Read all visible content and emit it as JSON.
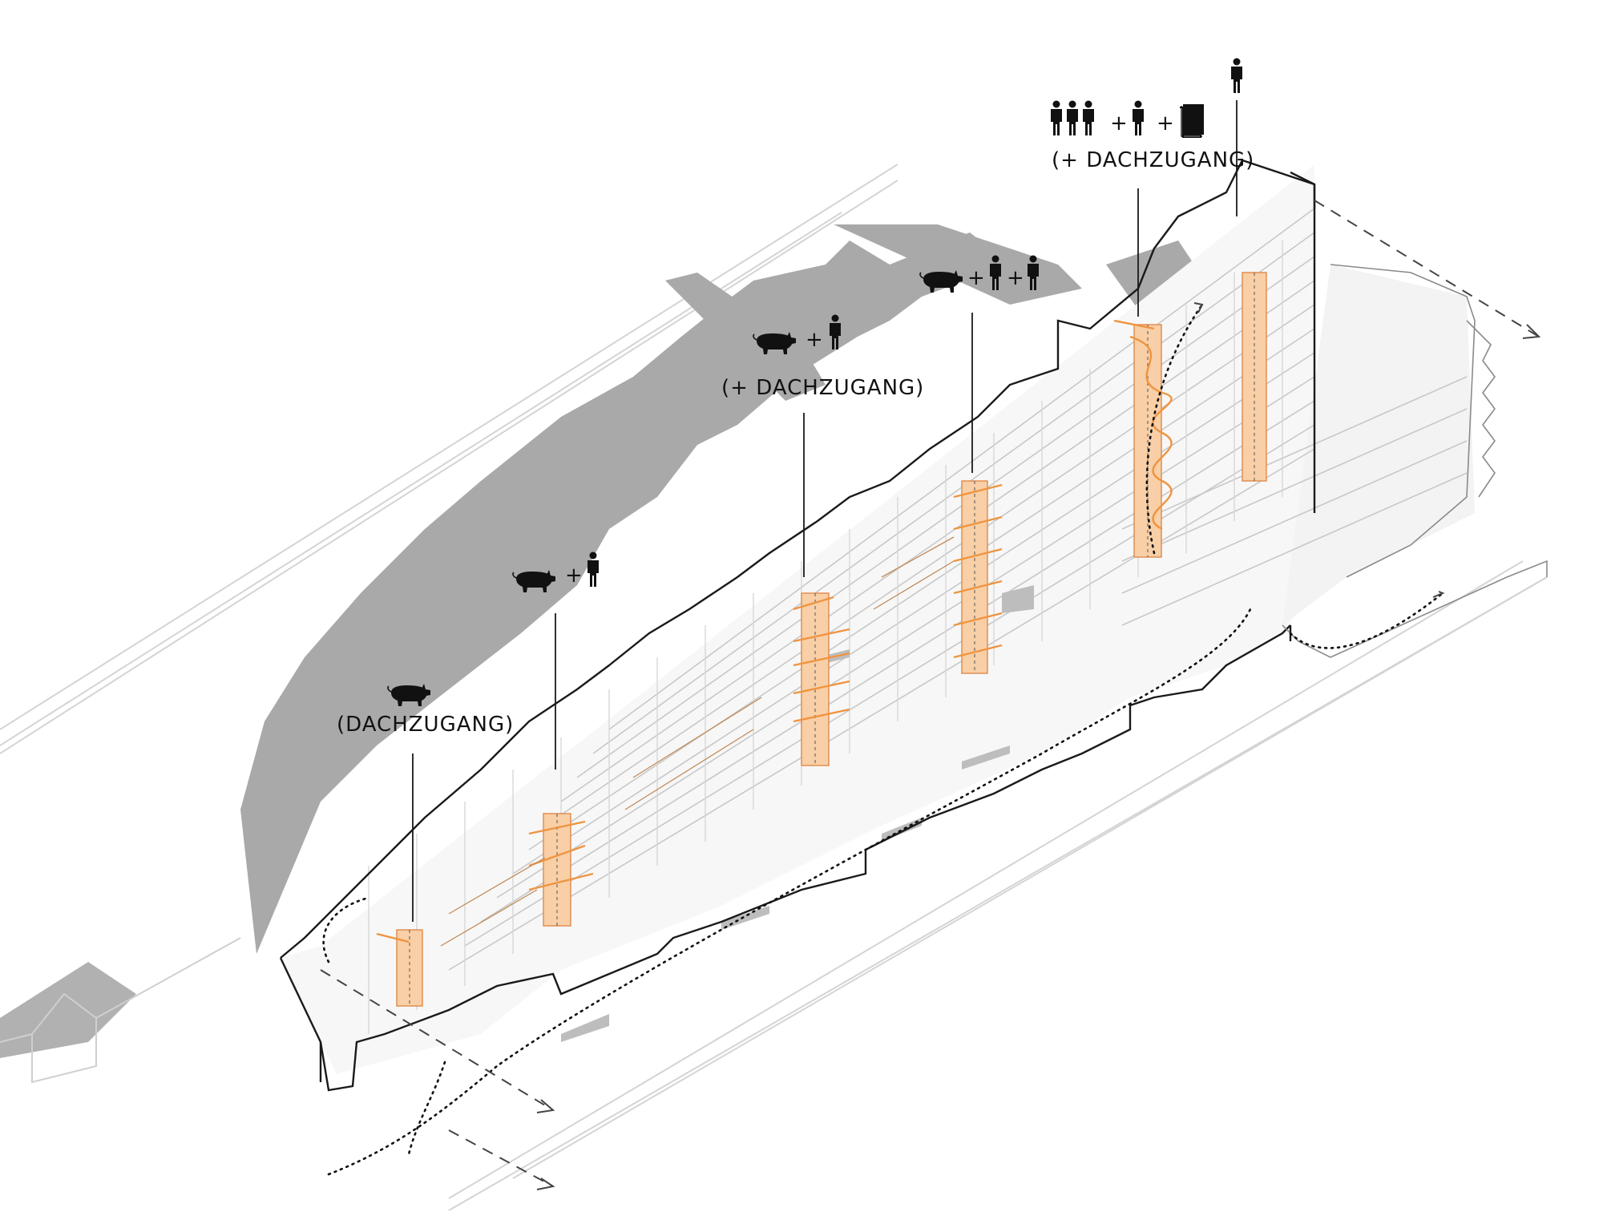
{
  "colors": {
    "background": "#ffffff",
    "shadow": "#a9a9a9",
    "shadow_dark": "#8f8f8f",
    "outline": "#1a1a1a",
    "light_line": "#c8c8c8",
    "core_fill": "#f8cfa6",
    "core_stroke": "#e0894a",
    "arrow_orange": "#ef9440",
    "icon": "#111111"
  },
  "annotations": [
    {
      "id": "a1",
      "text": "(DACHZUGANG)",
      "icons": [
        "pig-icon"
      ]
    },
    {
      "id": "a2",
      "text": "",
      "icons": [
        "pig-icon",
        "plus",
        "person-icon"
      ]
    },
    {
      "id": "a3",
      "text": "(+ DACHZUGANG)",
      "icons": [
        "pig-icon",
        "plus",
        "person-icon"
      ]
    },
    {
      "id": "a4",
      "text": "",
      "icons": [
        "pig-icon",
        "plus",
        "person-icon",
        "plus",
        "person-icon"
      ]
    },
    {
      "id": "a5",
      "text": "(+ DACHZUGANG)",
      "icons": [
        "three-persons-icon",
        "plus",
        "person-icon",
        "plus",
        "book-stack-icon"
      ]
    },
    {
      "id": "a6",
      "text": "",
      "icons": [
        "person-icon"
      ]
    }
  ],
  "plus_symbol": "+"
}
